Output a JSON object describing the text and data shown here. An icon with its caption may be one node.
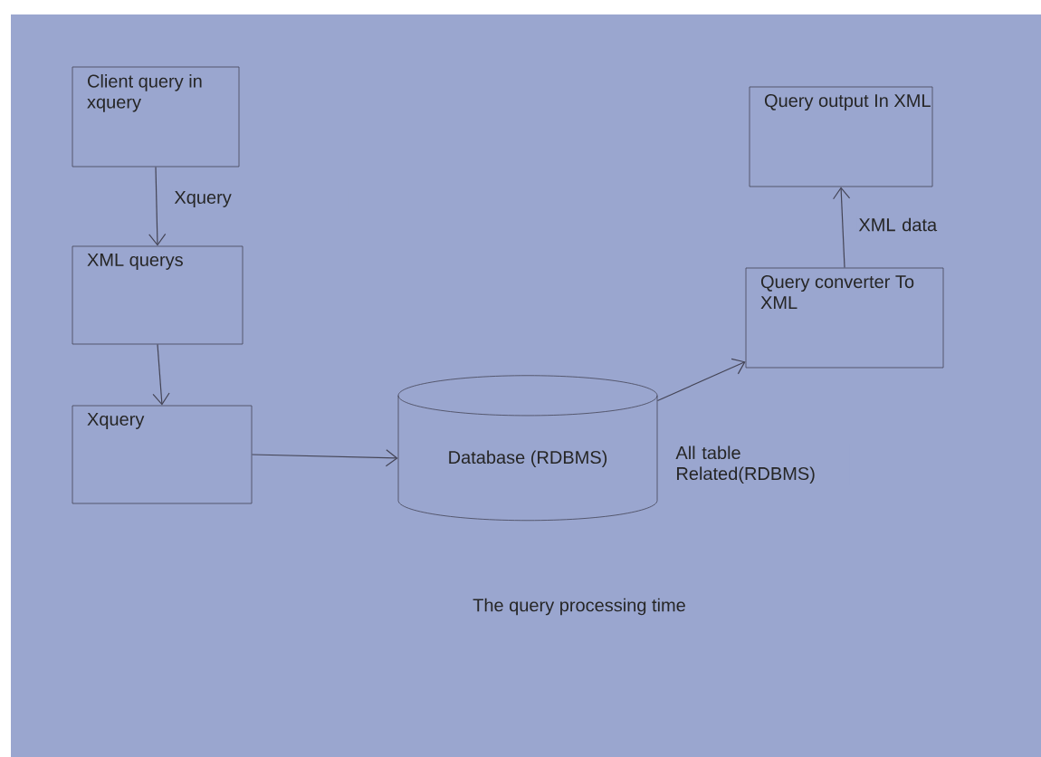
{
  "diagram": {
    "nodes": [
      {
        "text": [
          "Client query in xquery"
        ]
      },
      {
        "text": [
          "XML querys"
        ]
      },
      {
        "text": [
          "Xquery"
        ]
      },
      {
        "text": [
          "Database (RDBMS)"
        ]
      },
      {
        "text": [
          "Query converter To XML"
        ]
      },
      {
        "text": [
          "Query output In XML"
        ]
      }
    ],
    "edges": [
      {
        "from": 0,
        "to": 1,
        "arrow": "to",
        "label": "Xquery"
      },
      {
        "from": 1,
        "to": 2,
        "arrow": "to"
      },
      {
        "from": 2,
        "to": 3,
        "arrow": "to"
      },
      {
        "from": 3,
        "to": 4,
        "arrow": "to",
        "label": "All table Related(RDBMS)"
      },
      {
        "from": 4,
        "to": 5,
        "arrow": "to",
        "label": "XML data"
      }
    ],
    "labels": [
      "The query processing time"
    ]
  }
}
